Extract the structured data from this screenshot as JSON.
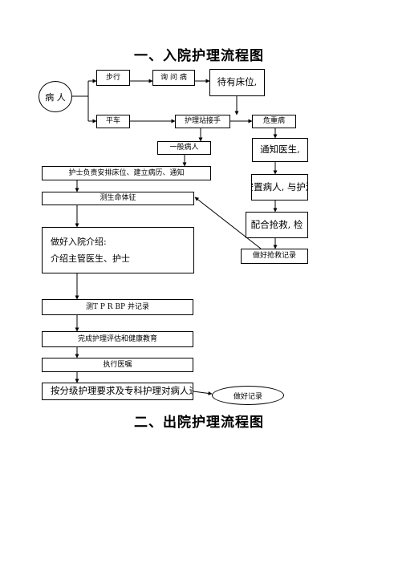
{
  "titles": {
    "admission": "一、入院护理流程图",
    "discharge": "二、出院护理流程图"
  },
  "nodes": {
    "patient": "病 人",
    "walk_in": "步行",
    "inquire": "询 问 病",
    "wait_bed": "待有床位,",
    "stretcher": "平车",
    "ward_prep": "护理站接手",
    "critical": "危重病",
    "general": "一般病人",
    "notify_doctor": "通知医生,",
    "ward_intro": "护士负责安排床位、建立病历、通知",
    "settle_patient": "安置病人, 与护送",
    "vitals": "测生命体征",
    "assist_rescue": "配合抢救, 检",
    "admission_intro_1": "做好入院介绍:",
    "admission_intro_2": "介绍主管医生、护士",
    "rescue_record": "做好抢救记录",
    "assess": "测T P R BP 并记录",
    "health_edu": "完成护理评估和健康教育",
    "follow_orders": "执行医嘱",
    "level_care": "按分级护理要求及专科护理对病人进",
    "records": "做好记录"
  }
}
